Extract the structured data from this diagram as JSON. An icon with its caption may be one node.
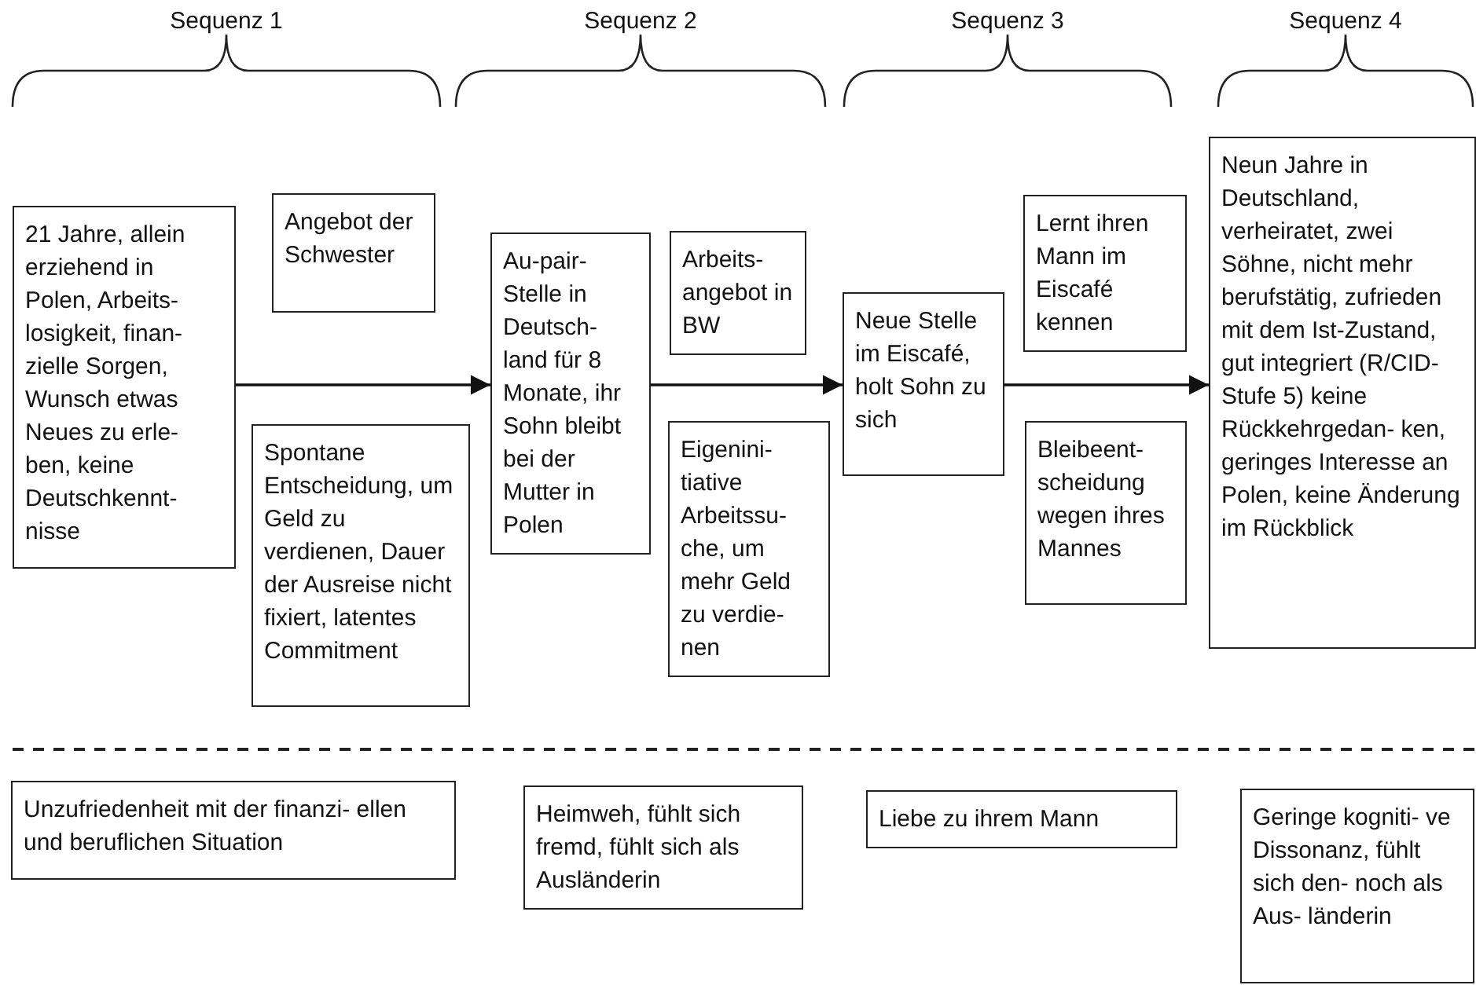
{
  "diagram": {
    "nodes": [
      {
        "text": [
          "21 Jahre, allein erziehend in Polen, Arbeits- losigkeit, finan- zielle Sorgen, Wunsch etwas Neues zu erle- ben, keine Deutschkennt- nisse"
        ]
      },
      {
        "text": [
          "Angebot der Schwester"
        ]
      },
      {
        "text": [
          "Spontane Entscheidung, um Geld zu verdienen, Dauer der Ausreise nicht fixiert, latentes Commitment"
        ]
      },
      {
        "text": [
          "Au-pair- Stelle in Deutsch- land für 8 Monate, ihr Sohn bleibt bei der Mutter in Polen"
        ]
      },
      {
        "text": [
          "Arbeits- angebot in BW"
        ]
      },
      {
        "text": [
          "Eigenini- tiative Arbeitssu- che, um mehr Geld zu verdie- nen"
        ]
      },
      {
        "text": [
          "Neue Stelle im Eiscafé, holt Sohn zu sich"
        ]
      },
      {
        "text": [
          "Lernt ihren Mann im Eiscafé kennen"
        ]
      },
      {
        "text": [
          "Bleibeent- scheidung wegen ihres Mannes"
        ]
      },
      {
        "text": [
          "Neun Jahre in Deutschland, verheiratet, zwei Söhne, nicht mehr berufstätig, zufrieden mit dem Ist-Zustand, gut integriert (R/CID- Stufe 5) keine Rückkehrgedan- ken, geringes Interesse an Polen, keine Änderung im Rückblick"
        ]
      },
      {
        "text": [
          "Unzufriedenheit mit der finanzi- ellen und beruflichen Situation"
        ]
      },
      {
        "text": [
          "Heimweh, fühlt sich fremd, fühlt sich als Ausländerin"
        ]
      },
      {
        "text": [
          "Liebe zu ihrem Mann"
        ]
      },
      {
        "text": [
          "Geringe kogniti- ve Dissonanz, fühlt sich den- noch als Aus- länderin"
        ]
      }
    ],
    "edges": [
      {
        "from": 0,
        "to": 3,
        "arrow": "to"
      },
      {
        "from": 3,
        "to": 6,
        "arrow": "to"
      },
      {
        "from": 6,
        "to": 9,
        "arrow": "to"
      }
    ],
    "labels": [
      "Sequenz 1",
      "Sequenz 2",
      "Sequenz 3",
      "Sequenz 4"
    ]
  }
}
